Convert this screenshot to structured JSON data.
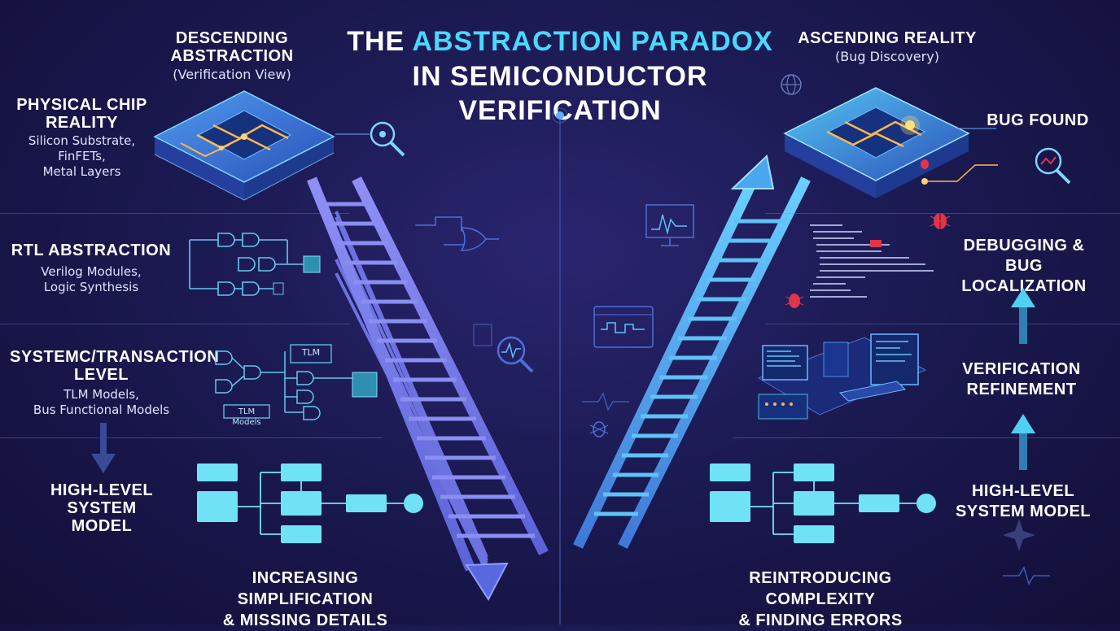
{
  "title": {
    "line1_pre": "THE ",
    "line1_accent": "ABSTRACTION PARADOX",
    "line2": "IN SEMICONDUCTOR VERIFICATION"
  },
  "left": {
    "heading": "DESCENDING ABSTRACTION",
    "subheading": "(Verification View)",
    "levels": [
      {
        "title": "PHYSICAL CHIP REALITY",
        "desc": [
          "Silicon Substrate,",
          "FinFETs,",
          "Metal Layers"
        ]
      },
      {
        "title": "RTL ABSTRACTION",
        "desc": [
          "Verilog Modules,",
          "Logic Synthesis"
        ]
      },
      {
        "title": "SYSTEMC/TRANSACTION LEVEL",
        "desc": [
          "TLM Models,",
          "Bus Functional Models"
        ]
      },
      {
        "title": "HIGH-LEVEL SYSTEM MODEL",
        "desc": []
      }
    ],
    "tlm_box1": "TLM",
    "tlm_box2": "TLM Models",
    "footer": [
      "INCREASING SIMPLIFICATION",
      "& MISSING DETAILS"
    ]
  },
  "right": {
    "heading": "ASCENDING REALITY",
    "subheading": "(Bug Discovery)",
    "levels": [
      {
        "title": "BUG FOUND"
      },
      {
        "title": "DEBUGGING & BUG LOCALIZATION"
      },
      {
        "title": "VERIFICATION REFINEMENT"
      },
      {
        "title": "HIGH-LEVEL SYSTEM MODEL"
      }
    ],
    "footer": [
      "REINTRODUCING COMPLEXITY",
      "& FINDING ERRORS"
    ]
  },
  "colors": {
    "accent": "#4ad8ff",
    "block": "#6fe3f5",
    "ladder_left": "#7b7ff0",
    "ladder_right": "#57b8f5",
    "bug": "#e0344a"
  },
  "icons": [
    "chip-icon",
    "magnifier-bug-icon",
    "logic-gate-icon",
    "ladder-icon",
    "arrow-down-icon",
    "arrow-up-icon",
    "bug-icon",
    "monitor-icon",
    "globe-icon",
    "code-window-icon",
    "workstation-icon",
    "sparkle-icon"
  ]
}
